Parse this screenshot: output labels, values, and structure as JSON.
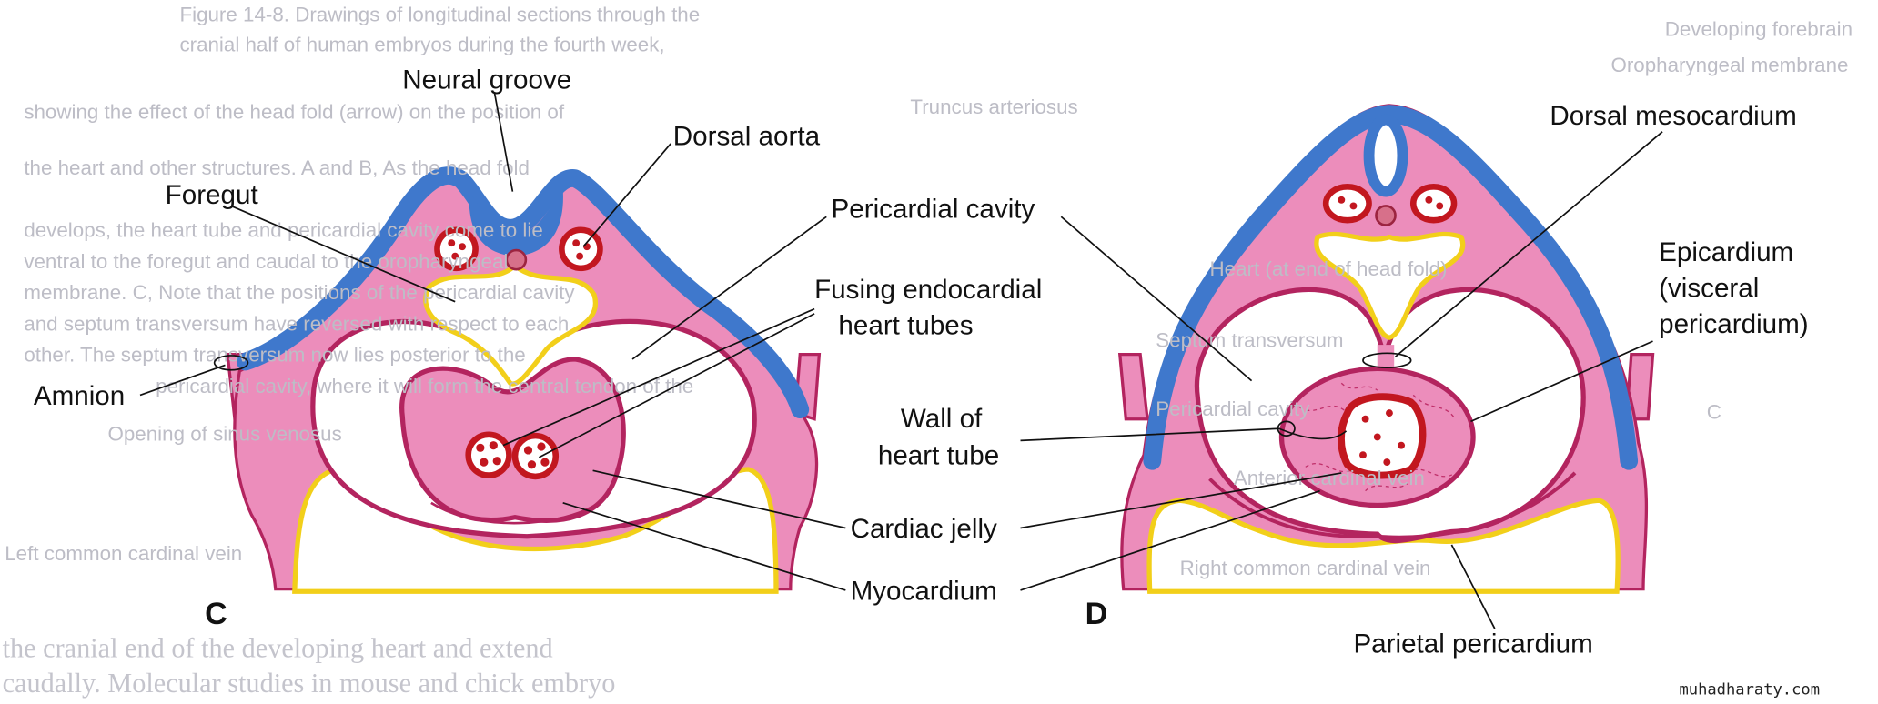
{
  "background_text": {
    "caption_lines": [
      "Figure 14-8. Drawings of longitudinal sections through the",
      "cranial half of human embryos during the fourth week,",
      "showing the effect of the head fold (arrow) on the position of",
      "the heart and other structures. A and B, As the head fold",
      "develops, the heart tube and pericardial cavity come to lie",
      "ventral to the foregut and caudal to the oropharyngeal",
      "membrane. C, Note that the positions of the pericardial cavity",
      "and septum transversum have reversed with respect to each",
      "other. The septum transversum now lies posterior to the",
      "pericardial cavity, where it will form the central tendon of the"
    ],
    "figure_labels": [
      "Developing forebrain",
      "Truncus arteriosus",
      "Oropharyngeal membrane",
      "Heart (at end of head fold)",
      "Septum transversum",
      "Pericardial cavity",
      "Opening of sinus venosus",
      "Anterior cardinal vein",
      "Right common cardinal vein",
      "Left common cardinal vein",
      "C"
    ],
    "body_lines": [
      "the cranial end of the developing heart and extend",
      "caudally. Molecular studies in mouse and chick embryo"
    ]
  },
  "panel_c": {
    "letter": "C",
    "labels": {
      "neural_groove": "Neural groove",
      "dorsal_aorta": "Dorsal aorta",
      "foregut": "Foregut",
      "amnion": "Amnion"
    }
  },
  "shared_labels": {
    "pericardial_cavity": "Pericardial cavity",
    "fusing_1": "Fusing endocardial",
    "fusing_2": "heart tubes",
    "wall_1": "Wall of",
    "wall_2": "heart tube",
    "cardiac_jelly": "Cardiac jelly",
    "myocardium": "Myocardium"
  },
  "panel_d": {
    "letter": "D",
    "labels": {
      "dorsal_mesocardium": "Dorsal mesocardium",
      "epicardium_1": "Epicardium",
      "epicardium_2": "(visceral",
      "epicardium_3": "pericardium)",
      "parietal_pericardium": "Parietal pericardium"
    }
  },
  "watermark": "muhadharaty.com",
  "colors": {
    "ectoderm": "#3f78cc",
    "mesoderm": "#ec8dbb",
    "endoderm": "#f2cf1a",
    "blood": "#c2171f"
  }
}
